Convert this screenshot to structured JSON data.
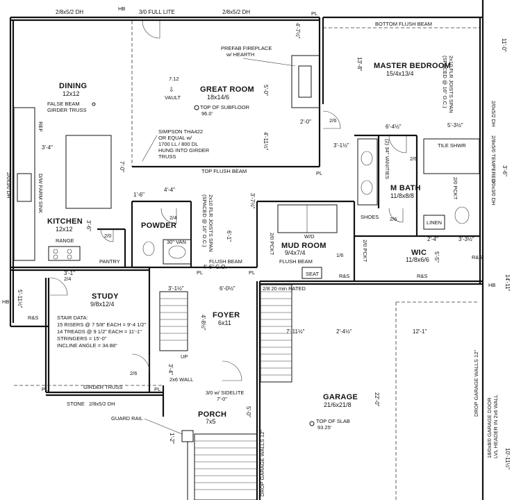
{
  "rooms": {
    "dining": {
      "name": "DINING",
      "size": "12x12"
    },
    "great_room": {
      "name": "GREAT ROOM",
      "size": "18x14/6"
    },
    "master_bedroom": {
      "name": "MASTER BEDROOM",
      "size": "15/4x13/4"
    },
    "kitchen": {
      "name": "KITCHEN",
      "size": "12x12"
    },
    "powder": {
      "name": "POWDER"
    },
    "m_bath": {
      "name": "M BATH",
      "size": "11/8x8/8"
    },
    "mud_room": {
      "name": "MUD ROOM",
      "size": "9/4x7/4"
    },
    "wic": {
      "name": "WIC",
      "size": "11/8x6/6"
    },
    "study": {
      "name": "STUDY",
      "size": "9/8x12/4"
    },
    "foyer": {
      "name": "FOYER",
      "size": "6x11"
    },
    "garage": {
      "name": "GARAGE",
      "size": "21/6x21/8"
    },
    "porch": {
      "name": "PORCH",
      "size": "7x5"
    }
  },
  "notes": {
    "top_left_window": "2/8x5/2 DH",
    "top_door": "3/0 FULL LITE",
    "top_right_window": "2/8x5/2 DH",
    "hb": "HB",
    "pl": "PL",
    "bottom_flush_beam": "BOTTOM FLUSH BEAM",
    "false_beam_1": "FALSE BEAM",
    "false_beam_2": "GIRDER TRUSS",
    "prefab_1": "PREFAB FIREPLACE",
    "prefab_2": "w/ HEARTH",
    "vault_pitch": "7:12",
    "vault": "VAULT",
    "top_subfloor_1": "TOP OF SUBFLOOR",
    "top_subfloor_2": "96.0'",
    "simpson": [
      "SIMPSON THA422",
      "OR EQUAL w/",
      "1700 LL / 800 DL",
      "HUNG INTO GIRDER",
      "TRUSS"
    ],
    "top_flush_beam": "TOP FLUSH BEAM",
    "joists_1": [
      "2x10 FLR JOISTS SPAN",
      "(SPACED @ 16\" O.C.)"
    ],
    "joists_2": [
      "2x10 FLR JOISTS SPAN",
      "(SPACED @ 16\" O.C.)"
    ],
    "ref": "REF",
    "dw_sink": "D/W  FARM SINK",
    "range": "RANGE",
    "pantry": "PANTRY",
    "van": "30\" VAN",
    "vanities": "(2) 34\" VANITIES",
    "tile_shwr": "TILE SHWR",
    "tempered": "2/8x5/0 TEMPERED",
    "shoes": "SHOES",
    "linen": "LINEN",
    "wd": "W/D",
    "seat": "SEAT",
    "flush_beam": "FLUSH BEAM",
    "flush_beam_2": "FLUSH BEAM",
    "pckt": "2/0 PCKT",
    "pckt_2": "2/0 PCKT",
    "pckt_3": "2/0 PCKT",
    "rated": "2/8 20 min RATED",
    "stair_title": "STAIR DATA:",
    "stair_lines": [
      "15 RISERS @ 7 5/8\" EACH = 9'-4 1/2\"",
      "14 TREADS @ 9 1/2\" EACH = 11'-1\"",
      "STRINGERS = 15'-0\"",
      "INCLINE ANGLE = 34.88°"
    ],
    "up": "UP",
    "girder_truss": "GIRDER TRUSS",
    "two_by_six_wall": "2x6 WALL",
    "stone": "STONE",
    "bottom_window": "2/8x5/2 DH",
    "sidelite": "3/0 w/ SIDELITE",
    "sidelite_dim": "7'-0\"",
    "guard_rail": "GUARD RAIL",
    "top_of_slab_1": "TOP OF SLAB",
    "top_of_slab_2": "93.25'",
    "drop_garage_walls_1": "DROP GARAGE WALLS 12\"",
    "drop_garage_walls_2": "DROP GARAGE WALLS 12\"",
    "garage_door_1": "18/0x8/0 GARAGE DOOR",
    "garage_door_2": "LVL HEADER IN 2x6 WALL",
    "kitchen_window": "2/0x3/0 DH",
    "mb_window": "2/0x5/2 DH",
    "mb_window_2": "2/0x3/0 DH",
    "rs": "R&S",
    "s_2_0": "2/0",
    "s_2_4": "2/4",
    "s_2_6": "2/6",
    "s_1_6": "1/6"
  },
  "dims": {
    "d_4_7": "4'-7½\"",
    "d_13_8": "13'-8\"",
    "d_11_0": "11'-0\"",
    "d_5_0": "5'-0\"",
    "d_2_0": "2'-0\"",
    "d_4_11": "4'-11½\"",
    "d_3_4": "3'-4\"",
    "d_7_0": "7'-0\"",
    "d_6_4": "6'-4½\"",
    "d_5_3": "5'-3½\"",
    "d_3_1": "3'-1½\"",
    "d_1_6": "1'-6\"",
    "d_4_4": "4'-4\"",
    "d_3_6": "3'-6\"",
    "d_6_1": "6'-1\"",
    "d_3_7": "3'-7½\"",
    "d_3_1b": "3'-1\"",
    "d_4_6": "4'-6\" C.O.",
    "d_5_11": "5'-11½\"",
    "d_3_1c": "3'-1½\"",
    "d_6_0": "6'-0½\"",
    "d_4_8": "4'-8½\"",
    "d_7_11": "7'-11½\"",
    "d_2_4": "2'-4½\"",
    "d_12_1": "12'-1\"",
    "d_22_0": "22'-0\"",
    "d_14_11": "14'-11\"",
    "d_10_11": "10'-11½\"",
    "d_5_0b": "5'-0\"",
    "d_1_2": "1'-2\"",
    "d_5_5": "5'-5\"",
    "d_3_3": "3'-3½\"",
    "d_2_4b": "2'-4\"",
    "d_3_6b": "3'-6\"",
    "d_3_4b": "3'-4\""
  }
}
